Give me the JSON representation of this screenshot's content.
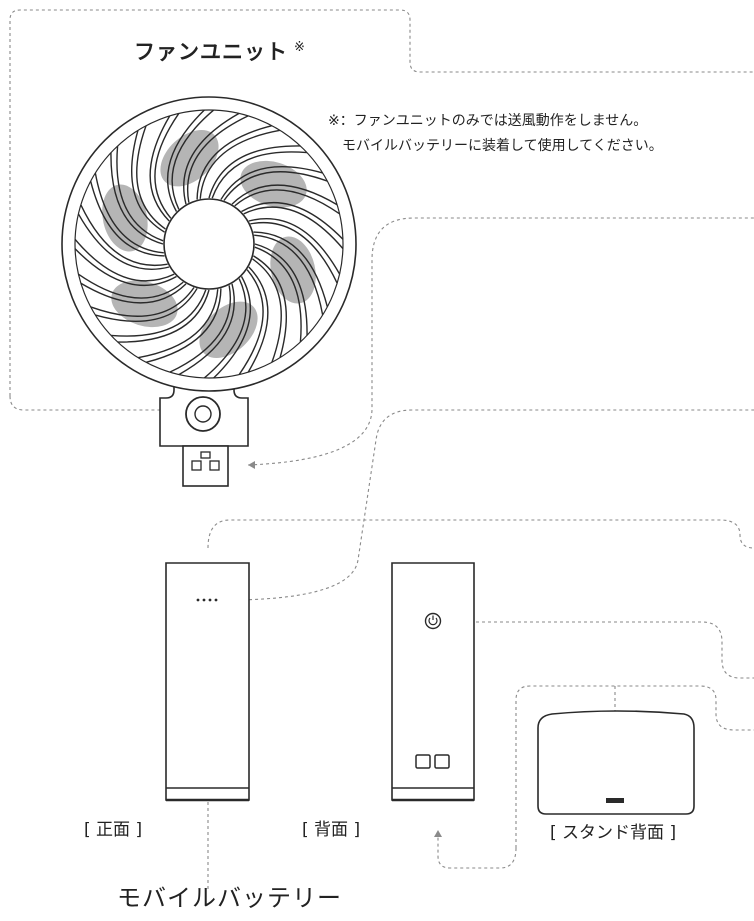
{
  "fan_unit": {
    "title": "ファンユニット",
    "mark": "※"
  },
  "note": {
    "line1": "※：ファンユニットのみでは送風動作をしません。",
    "line2": "モバイルバッテリーに装着して使用してください。"
  },
  "battery": {
    "title": "モバイルバッテリー",
    "front_label": "[ 正面 ]",
    "back_label": "[ 背面 ]",
    "stand_label": "[ スタンド背面 ]",
    "indicator": "····"
  },
  "colors": {
    "outline": "#2a2a2a",
    "blade_fill": "#a8a8a8",
    "guide_line": "#8a8a8a"
  },
  "icons": [
    "power-icon",
    "usb-connector-icon",
    "fan-center-button-icon"
  ]
}
